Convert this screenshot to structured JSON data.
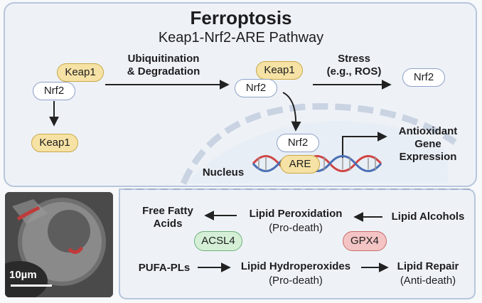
{
  "title": "Ferroptosis",
  "subtitle": "Keap1-Nrf2-ARE Pathway",
  "top": {
    "keap1_a": "Keap1",
    "nrf2_a": "Nrf2",
    "keap1_b": "Keap1",
    "ubiq_label": "Ubiquitination\n& Degradation",
    "keap1_c": "Keap1",
    "nrf2_c": "Nrf2",
    "stress_label": "Stress\n(e.g., ROS)",
    "nrf2_d": "Nrf2",
    "nrf2_nuc": "Nrf2",
    "are": "ARE",
    "nucleus": "Nucleus",
    "antioxidant": "Antioxidant\nGene\nExpression"
  },
  "bottom": {
    "ffa": "Free Fatty\nAcids",
    "lipid_perox": "Lipid Peroxidation",
    "lipid_perox_sub": "(Pro-death)",
    "lipid_alcohols": "Lipid Alcohols",
    "acsl4": "ACSL4",
    "gpx4": "GPX4",
    "pufa": "PUFA-PLs",
    "hydroperox": "Lipid Hydroperoxides",
    "hydroperox_sub": "(Pro-death)",
    "repair": "Lipid Repair",
    "repair_sub": "(Anti-death)"
  },
  "scale_bar": "10µm",
  "colors": {
    "keap_fill": "#f6e2a4",
    "acsl4_fill": "#d4efd6",
    "gpx4_fill": "#f4c4c4",
    "panel_border": "#b7c6dc",
    "dna_red": "#d04545",
    "dna_blue": "#4a6fb5"
  }
}
